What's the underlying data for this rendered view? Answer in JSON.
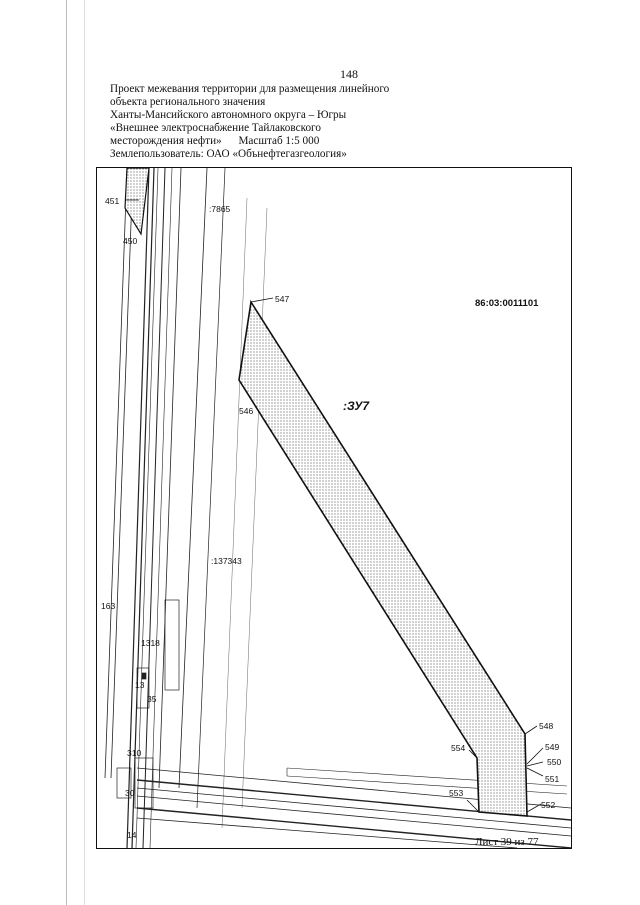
{
  "page_number": "148",
  "header": {
    "line1": "Проект межевания территории для размещения линейного",
    "line2": "объекта регионального значения",
    "line3": "Ханты-Мансийского автономного округа – Югры",
    "line4": "«Внешнее электроснабжение Тайлаковского",
    "line5a": "месторождения нефти»",
    "line5b": "Масштаб 1:5 000",
    "line6": "Землепользователь: ОАО «Обънефтегазгеология»"
  },
  "map": {
    "cadastral_block": "86:03:0011101",
    "parcel_label": ":ЗУ7",
    "parcel_numbers": [
      ":7865",
      ":137343"
    ],
    "points": [
      "451",
      "450",
      "547",
      "546",
      "548",
      "549",
      "550",
      "551",
      "552",
      "553",
      "554"
    ],
    "small_labels": [
      "163",
      "1318",
      "13",
      "35",
      "310",
      "30",
      "14"
    ],
    "sheet_label": "Лист 39 из 77"
  }
}
